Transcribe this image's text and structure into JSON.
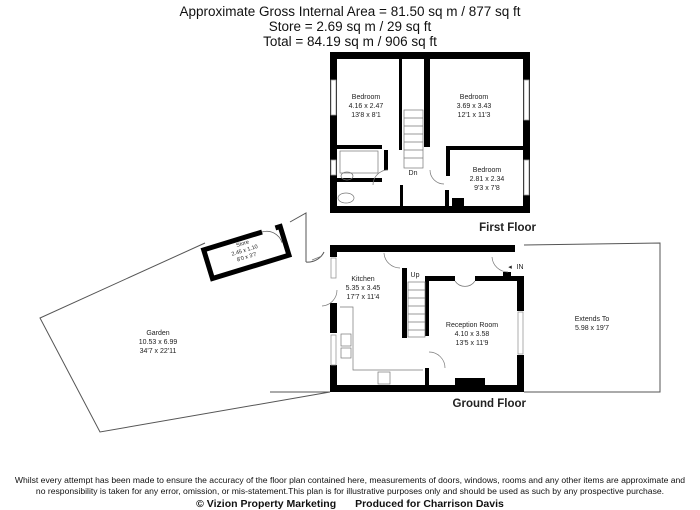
{
  "header": {
    "line1": "Approximate Gross Internal Area = 81.50 sq m / 877 sq ft",
    "line2": "Store = 2.69 sq m / 29 sq ft",
    "line3": "Total = 84.19 sq m / 906 sq ft"
  },
  "first_floor": {
    "label": "First Floor",
    "stairs_label": "Dn",
    "rooms": [
      {
        "name": "Bedroom",
        "metric": "4.16 x 2.47",
        "imperial": "13'8 x 8'1"
      },
      {
        "name": "Bedroom",
        "metric": "3.69 x 3.43",
        "imperial": "12'1 x 11'3"
      },
      {
        "name": "Bedroom",
        "metric": "2.81 x 2.34",
        "imperial": "9'3 x 7'8"
      }
    ]
  },
  "ground_floor": {
    "label": "Ground Floor",
    "stairs_label": "Up",
    "entrance_label": "IN",
    "rooms": [
      {
        "name": "Kitchen",
        "metric": "5.35 x 3.45",
        "imperial": "17'7 x 11'4"
      },
      {
        "name": "Reception Room",
        "metric": "4.10 x 3.58",
        "imperial": "13'5 x 11'9"
      },
      {
        "name": "Garden",
        "metric": "10.53 x 6.99",
        "imperial": "34'7 x 22'11"
      },
      {
        "name": "Store",
        "metric": "2.45 x 1.10",
        "imperial": "8'0 x 3'7"
      },
      {
        "name": "Extends To",
        "metric": "5.98 x 19'7",
        "imperial": ""
      }
    ]
  },
  "footer": {
    "disclaimer1": "Whilst every attempt has been made to ensure the accuracy of the floor plan contained here, measurements of doors, windows, rooms and any other items are approximate and",
    "disclaimer2": "no responsibility is taken for any error, omission, or mis-statement.This plan is for illustrative purposes only and should be used as such by any prospective purchase.",
    "copyright": "© Vizion Property Marketing",
    "produced": "Produced for Charrison Davis"
  }
}
